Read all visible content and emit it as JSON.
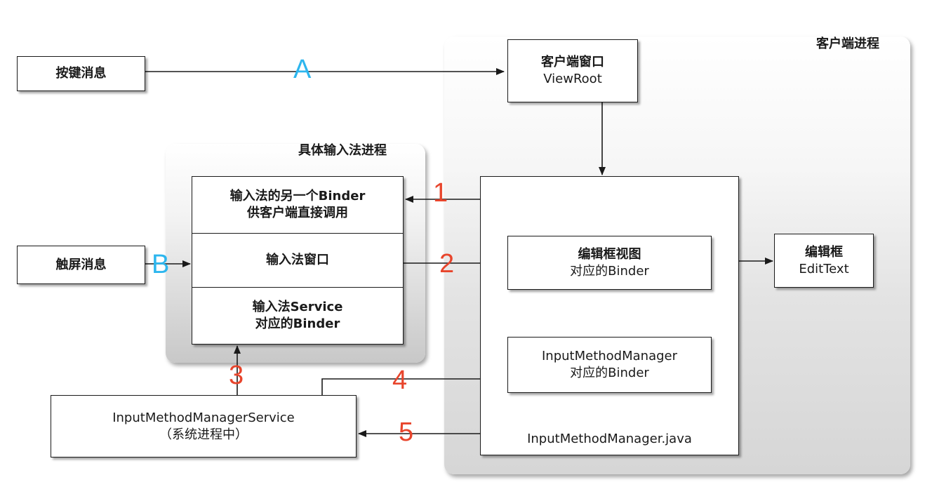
{
  "regions": {
    "client_process": "客户端进程",
    "ime_process": "具体输入法进程"
  },
  "boxes": {
    "key_message": "按键消息",
    "touch_message": "触屏消息",
    "client_window": [
      "客户端窗口",
      "ViewRoot"
    ],
    "ime_binder": [
      "输入法的另一个Binder",
      "供客户端直接调用"
    ],
    "ime_window": "输入法窗口",
    "ime_service_binder": [
      "输入法Service",
      "对应的Binder"
    ],
    "imm_java": "InputMethodManager.java",
    "editor_view_binder": [
      "编辑框视图",
      "对应的Binder"
    ],
    "imm_binder": [
      "InputMethodManager",
      "对应的Binder"
    ],
    "edit_text": [
      "编辑框",
      "EditText"
    ],
    "imms": [
      "InputMethodManagerService",
      "（系统进程中）"
    ]
  },
  "labels": {
    "a": "A",
    "b": "B",
    "n1": "1",
    "n2": "2",
    "n3": "3",
    "n4": "4",
    "n5": "5"
  },
  "colors": {
    "letter_tags": "#2db6ee",
    "number_tags": "#e8452c"
  }
}
